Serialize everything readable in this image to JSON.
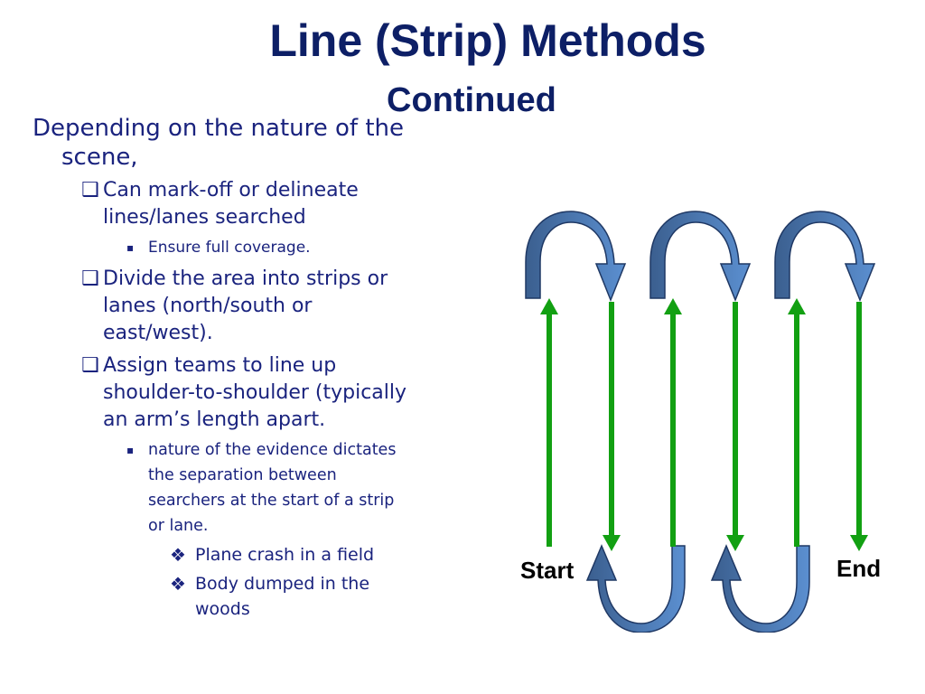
{
  "slide": {
    "title": "Line (Strip) Methods",
    "subtitle": "Continued",
    "intro": "Depending on the nature of the scene,",
    "bullets": [
      {
        "text": "Can mark-off or delineate lines/lanes searched",
        "marker": "❑",
        "sub": [
          {
            "text": "Ensure full coverage.",
            "marker": "▪"
          }
        ]
      },
      {
        "text": "Divide the area into strips or lanes (north/south or east/west).",
        "marker": "❑"
      },
      {
        "text": "Assign teams to line up shoulder-to-shoulder (typically an arm’s length apart.",
        "marker": "❑",
        "sub": [
          {
            "text": "nature of the evidence dictates the separation between searchers at the start of a strip or lane.",
            "marker": "▪",
            "sub": [
              {
                "text": "Plane crash in a field",
                "marker": "❖"
              },
              {
                "text": "Body dumped in the woods",
                "marker": "❖"
              }
            ]
          }
        ]
      }
    ]
  },
  "diagram": {
    "start_label": "Start",
    "end_label": "End",
    "colors": {
      "lane_arrow": "#12a012",
      "turn_arrow": "#4f81bd",
      "turn_dark": "#3b5f8f",
      "outline": "#1f3864",
      "text": "#1a237e",
      "title": "#0d1f66"
    }
  }
}
